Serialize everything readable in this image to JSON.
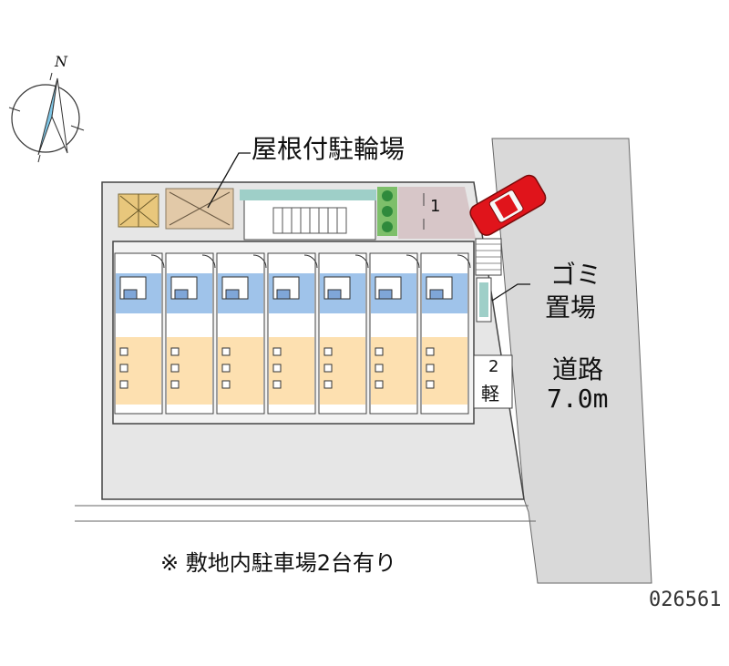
{
  "labels": {
    "roofed_bicycle_parking": "屋根付駐輪場",
    "garbage_area_line1": "ゴミ",
    "garbage_area_line2": "置場",
    "road_name": "道路",
    "road_width": "7.0m",
    "parking_slot_1": "1",
    "parking_slot_2": "2",
    "light_vehicle": "軽",
    "footnote": "※ 敷地内駐車場2台有り",
    "property_code": "026561",
    "north_mark": "N"
  },
  "colors": {
    "road": "#d9d9d9",
    "site": "#e6e6e6",
    "outline": "#555555",
    "unit_floor": "#fde0b0",
    "unit_wet_area": "#9fc3ea",
    "corridor_teal": "#9ecfc8",
    "car_red": "#e0141b",
    "parking_pink": "#d7c6c8",
    "planting_green": "#39a84b"
  },
  "icons": [
    "compass-rose-icon",
    "car-icon",
    "bicycle-roof-icon",
    "planting-icon"
  ]
}
